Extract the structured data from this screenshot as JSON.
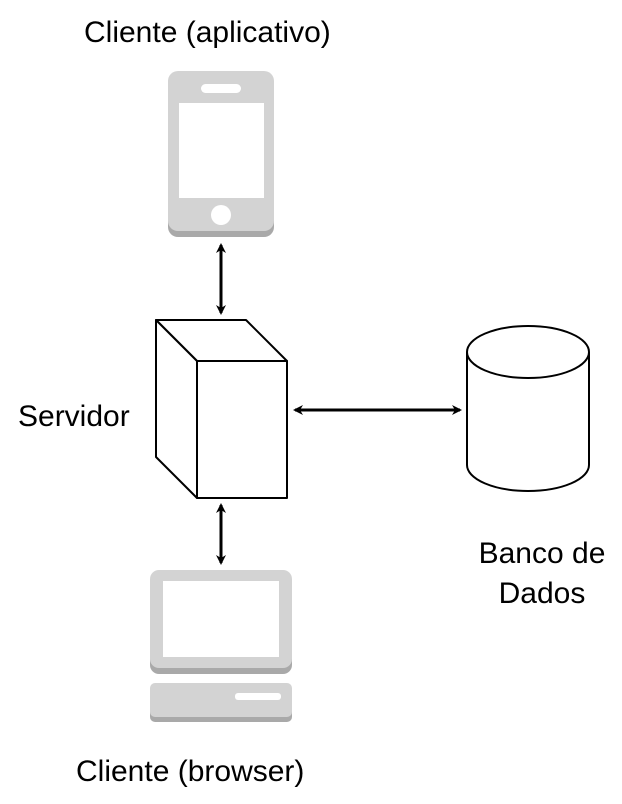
{
  "labels": {
    "client_app": "Cliente (aplicativo)",
    "server": "Servidor",
    "database_line1": "Banco de",
    "database_line2": "Dados",
    "client_browser": "Cliente (browser)"
  },
  "colors": {
    "device_fill": "#d3d3d3",
    "device_shadow": "#a9a9a9",
    "screen": "#ffffff",
    "stroke": "#000000"
  },
  "icons": [
    "smartphone-icon",
    "server-icon",
    "database-icon",
    "desktop-computer-icon"
  ]
}
